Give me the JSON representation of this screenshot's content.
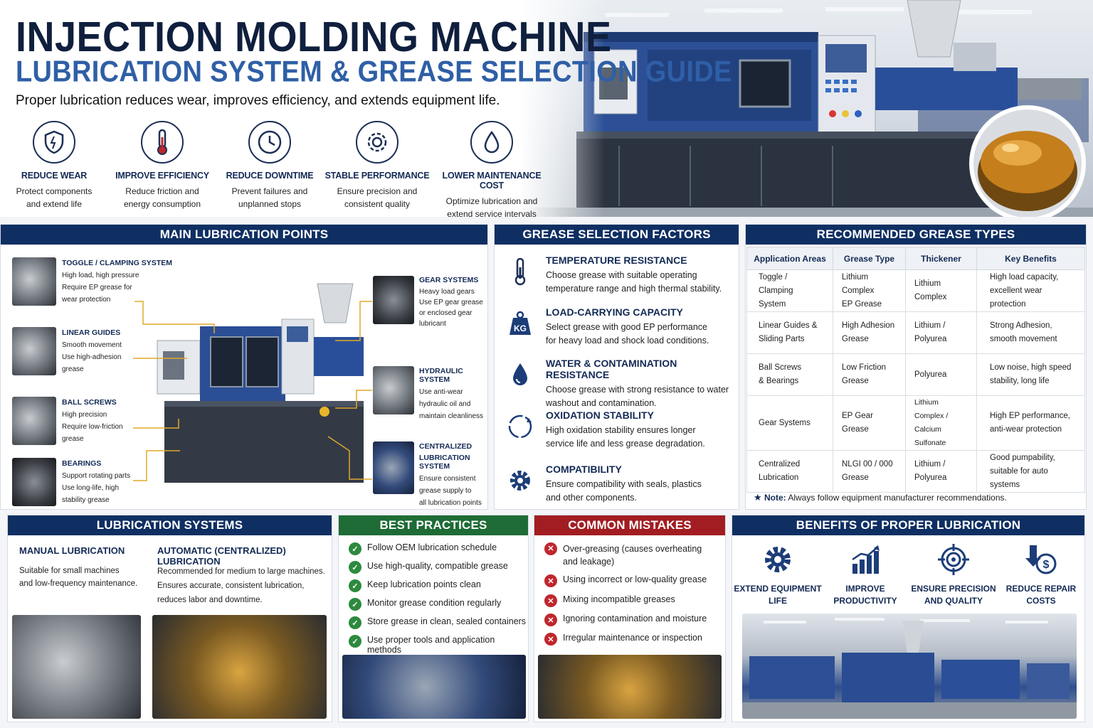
{
  "header": {
    "title_line1": "INJECTION MOLDING MACHINE",
    "title_line2": "LUBRICATION SYSTEM & GREASE SELECTION GUIDE",
    "tagline": "Proper lubrication reduces wear, improves efficiency, and extends equipment life."
  },
  "benefits": [
    {
      "title": "REDUCE WEAR",
      "line1": "Protect components",
      "line2": "and extend life",
      "icon": "shield-icon"
    },
    {
      "title": "IMPROVE EFFICIENCY",
      "line1": "Reduce friction and",
      "line2": "energy consumption",
      "icon": "thermometer-icon"
    },
    {
      "title": "REDUCE DOWNTIME",
      "line1": "Prevent failures and",
      "line2": "unplanned stops",
      "icon": "clock-icon"
    },
    {
      "title": "STABLE PERFORMANCE",
      "line1": "Ensure precision and",
      "line2": "consistent quality",
      "icon": "gear-icon"
    },
    {
      "title": "LOWER MAINTENANCE COST",
      "line1": "Optimize lubrication and",
      "line2": "extend service intervals",
      "icon": "drop-icon"
    }
  ],
  "main_points": {
    "title": "MAIN LUBRICATION POINTS",
    "left": [
      {
        "title": "TOGGLE / CLAMPING SYSTEM",
        "lines": [
          "High load, high pressure",
          "Require EP grease for",
          "wear protection"
        ]
      },
      {
        "title": "LINEAR GUIDES",
        "lines": [
          "Smooth movement",
          "Use high-adhesion",
          "grease"
        ]
      },
      {
        "title": "BALL SCREWS",
        "lines": [
          "High precision",
          "Require low-friction",
          "grease"
        ]
      },
      {
        "title": "BEARINGS",
        "lines": [
          "Support rotating parts",
          "Use long-life, high",
          "stability grease"
        ]
      }
    ],
    "right": [
      {
        "title": "GEAR SYSTEMS",
        "lines": [
          "Heavy load gears",
          "Use EP gear grease",
          "or enclosed gear",
          "lubricant"
        ]
      },
      {
        "title": "HYDRAULIC SYSTEM",
        "lines": [
          "Use anti-wear",
          "hydraulic oil and",
          "maintain cleanliness"
        ]
      },
      {
        "title": "CENTRALIZED",
        "title2": "LUBRICATION SYSTEM",
        "lines": [
          "Ensure consistent",
          "grease supply to",
          "all lubrication points"
        ]
      }
    ]
  },
  "grease_factors": {
    "title": "GREASE SELECTION FACTORS",
    "items": [
      {
        "title": "TEMPERATURE RESISTANCE",
        "line1": "Choose grease with suitable operating",
        "line2": "temperature range and high thermal stability.",
        "icon": "thermometer-icon"
      },
      {
        "title": "LOAD-CARRYING CAPACITY",
        "line1": "Select grease with good EP performance",
        "line2": "for heavy load and shock load conditions.",
        "icon": "weight-icon",
        "icon_text": "KG"
      },
      {
        "title": "WATER & CONTAMINATION RESISTANCE",
        "line1": "Choose grease with strong resistance to water",
        "line2": "washout and contamination.",
        "icon": "water-drop-icon"
      },
      {
        "title": "OXIDATION STABILITY",
        "line1": "High oxidation stability ensures longer",
        "line2": "service life and less grease degradation.",
        "icon": "cycle-icon"
      },
      {
        "title": "COMPATIBILITY",
        "line1": "Ensure compatibility with seals, plastics",
        "line2": "and other components.",
        "icon": "gear-icon"
      }
    ]
  },
  "grease_types": {
    "title": "RECOMMENDED GREASE TYPES",
    "headers": [
      "Application Areas",
      "Grease Type",
      "Thickener",
      "Key Benefits"
    ],
    "rows": [
      [
        [
          "Toggle / Clamping",
          "System"
        ],
        [
          "Lithium Complex",
          "EP Grease"
        ],
        [
          "Lithium Complex"
        ],
        [
          "High load capacity,",
          "excellent wear protection"
        ]
      ],
      [
        [
          "Linear Guides &",
          "Sliding Parts"
        ],
        [
          "High Adhesion",
          "Grease"
        ],
        [
          "Lithium /",
          "Polyurea"
        ],
        [
          "Strong Adhesion,",
          "smooth movement"
        ]
      ],
      [
        [
          "Ball Screws",
          "& Bearings"
        ],
        [
          "Low Friction",
          "Grease"
        ],
        [
          "Polyurea"
        ],
        [
          "Low noise, high speed",
          "stability, long life"
        ]
      ],
      [
        [
          "Gear Systems"
        ],
        [
          "EP Gear Grease"
        ],
        [
          "Lithium Complex /",
          "Calcium Sulfonate"
        ],
        [
          "High EP performance,",
          "anti-wear protection"
        ]
      ],
      [
        [
          "Centralized",
          "Lubrication"
        ],
        [
          "NLGI 00 / 000",
          "Grease"
        ],
        [
          "Lithium /",
          "Polyurea"
        ],
        [
          "Good pumpability,",
          "suitable for auto systems"
        ]
      ]
    ],
    "note_label": "Note:",
    "note_text": "Always follow equipment manufacturer recommendations."
  },
  "lubrication_systems": {
    "title": "LUBRICATION SYSTEMS",
    "manual_title": "MANUAL LUBRICATION",
    "manual_line1": "Suitable for small machines",
    "manual_line2": "and low-frequency maintenance.",
    "auto_title": "AUTOMATIC (CENTRALIZED) LUBRICATION",
    "auto_line1": "Recommended for medium to large machines.",
    "auto_line2": "Ensures accurate, consistent lubrication,",
    "auto_line3": "reduces labor and downtime."
  },
  "best_practices": {
    "title": "BEST PRACTICES",
    "items": [
      "Follow OEM lubrication schedule",
      "Use high-quality, compatible grease",
      "Keep lubrication points clean",
      "Monitor grease condition regularly",
      "Store grease in clean, sealed containers",
      "Use proper tools and application methods"
    ]
  },
  "common_mistakes": {
    "title": "COMMON MISTAKES",
    "items": [
      [
        "Over-greasing (causes overheating",
        "and leakage)"
      ],
      [
        "Using incorrect or low-quality grease"
      ],
      [
        "Mixing incompatible greases"
      ],
      [
        "Ignoring contamination and moisture"
      ],
      [
        "Irregular maintenance or inspection"
      ]
    ]
  },
  "proper_benefits": {
    "title": "BENEFITS OF PROPER LUBRICATION",
    "items": [
      {
        "line1": "EXTEND EQUIPMENT",
        "line2": "LIFE",
        "icon": "gear-icon"
      },
      {
        "line1": "IMPROVE",
        "line2": "PRODUCTIVITY",
        "icon": "bar-chart-icon"
      },
      {
        "line1": "ENSURE PRECISION",
        "line2": "AND QUALITY",
        "icon": "target-icon"
      },
      {
        "line1": "REDUCE REPAIR",
        "line2": "COSTS",
        "icon": "dollar-down-icon"
      }
    ]
  },
  "colors": {
    "navy": "#0f2f63",
    "accent_blue": "#2f5fa6",
    "green": "#1e6b35",
    "red": "#a21d22"
  }
}
